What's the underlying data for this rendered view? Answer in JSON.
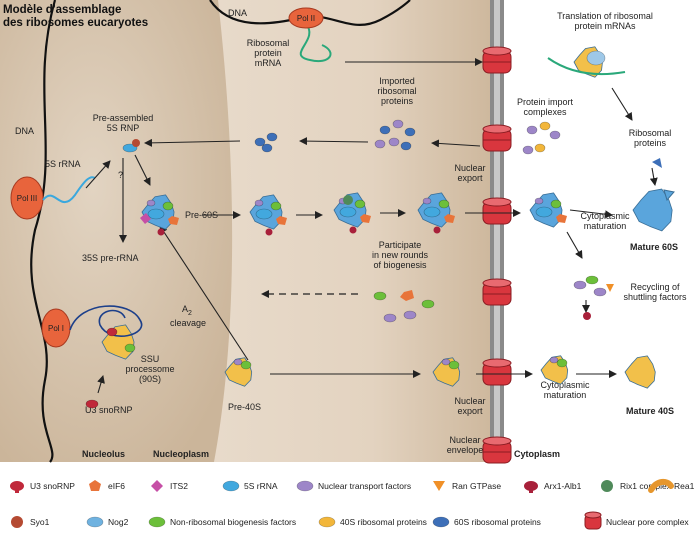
{
  "title_line1": "Modèle d'assemblage",
  "title_line2": "des ribosomes eucaryotes",
  "labels": {
    "dna_top": "DNA",
    "dna_left": "DNA",
    "pol2": "Pol II",
    "pol3": "Pol III",
    "pol1": "Pol I",
    "rp_mrna_1": "Ribosomal",
    "rp_mrna_2": "protein",
    "rp_mrna_3": "mRNA",
    "translation_1": "Translation of ribosomal",
    "translation_2": "protein mRNAs",
    "imported_1": "Imported",
    "imported_2": "ribosomal",
    "imported_3": "proteins",
    "import_complex_1": "Protein import",
    "import_complex_2": "complexes",
    "rib_proteins_1": "Ribosomal",
    "rib_proteins_2": "proteins",
    "preassembled_1": "Pre-assembled",
    "preassembled_2": "5S RNP",
    "five_s_rrna": "5S rRNA",
    "question": "?",
    "pre60s": "Pre-60S",
    "nuclear_export_top_1": "Nuclear",
    "nuclear_export_top_2": "export",
    "cyto_mat_top_1": "Cytoplasmic",
    "cyto_mat_top_2": "maturation",
    "mature60s": "Mature 60S",
    "thirtyfive_s": "35S pre-rRNA",
    "participate_1": "Participate",
    "participate_2": "in new rounds",
    "participate_3": "of biogenesis",
    "recycling_1": "Recycling of",
    "recycling_2": "shuttling factors",
    "a2_1": "A",
    "a2_sub": "2",
    "a2_2": "cleavage",
    "ssu_1": "SSU",
    "ssu_2": "processome",
    "ssu_3": "(90S)",
    "u3": "U3 snoRNP",
    "pre40s": "Pre-40S",
    "nuclear_export_bot_1": "Nuclear",
    "nuclear_export_bot_2": "export",
    "cyto_mat_bot_1": "Cytoplasmic",
    "cyto_mat_bot_2": "maturation",
    "mature40s": "Mature 40S",
    "nucleolus": "Nucleolus",
    "nucleoplasm": "Nucleoplasm",
    "nuclear_envelope_1": "Nuclear",
    "nuclear_envelope_2": "envelope",
    "cytoplasm": "Cytoplasm"
  },
  "legend": [
    {
      "name": "legend-u3-snornp",
      "label": "U3 snoRNP",
      "icon": "u3-snornp-icon",
      "color": "#c0283a"
    },
    {
      "name": "legend-eif6",
      "label": "eIF6",
      "icon": "pentagon-icon",
      "color": "#e8743a"
    },
    {
      "name": "legend-its2",
      "label": "ITS2",
      "icon": "diamond-icon",
      "color": "#c64fa6"
    },
    {
      "name": "legend-5s-rrna",
      "label": "5S rRNA",
      "icon": "ellipse-icon",
      "color": "#42a8de"
    },
    {
      "name": "legend-nuclear-transport",
      "label": "Nuclear transport factors",
      "icon": "ellipse-icon",
      "color": "#9d86c8"
    },
    {
      "name": "legend-ran-gtpase",
      "label": "Ran GTPase",
      "icon": "triangle-icon",
      "color": "#f09028"
    },
    {
      "name": "legend-arx1-alb1",
      "label": "Arx1-Alb1",
      "icon": "arx1-icon",
      "color": "#a8203a"
    },
    {
      "name": "legend-rix1",
      "label": "Rix1 complex",
      "icon": "circle-icon",
      "color": "#4f8a5a"
    },
    {
      "name": "legend-rea1",
      "label": "Rea1",
      "icon": "rea1-icon",
      "color": "#e6962c"
    },
    {
      "name": "legend-syo1",
      "label": "Syo1",
      "icon": "circle-icon",
      "color": "#b54a32"
    },
    {
      "name": "legend-nog2",
      "label": "Nog2",
      "icon": "ellipse-icon",
      "color": "#6fb2e0"
    },
    {
      "name": "legend-non-ribosomal",
      "label": "Non-ribosomal biogenesis factors",
      "icon": "ellipse-icon",
      "color": "#6cbf3a"
    },
    {
      "name": "legend-40s-proteins",
      "label": "40S ribosomal proteins",
      "icon": "ellipse-icon",
      "color": "#f2b63a"
    },
    {
      "name": "legend-60s-proteins",
      "label": "60S ribosomal proteins",
      "icon": "ellipse-icon",
      "color": "#3d6fb8"
    },
    {
      "name": "legend-npc",
      "label": "Nuclear pore complex",
      "icon": "cylinder-icon",
      "color": "#d9363e"
    }
  ],
  "colors": {
    "nucleolus": "#d5c4ad",
    "nucleoplasm": "#e6d8c8",
    "envelope_stripe": "#8a8a8a",
    "pore": "#d9363e",
    "pre60s_body": "#5aa5dc",
    "pre40s_body": "#f2c04a"
  }
}
